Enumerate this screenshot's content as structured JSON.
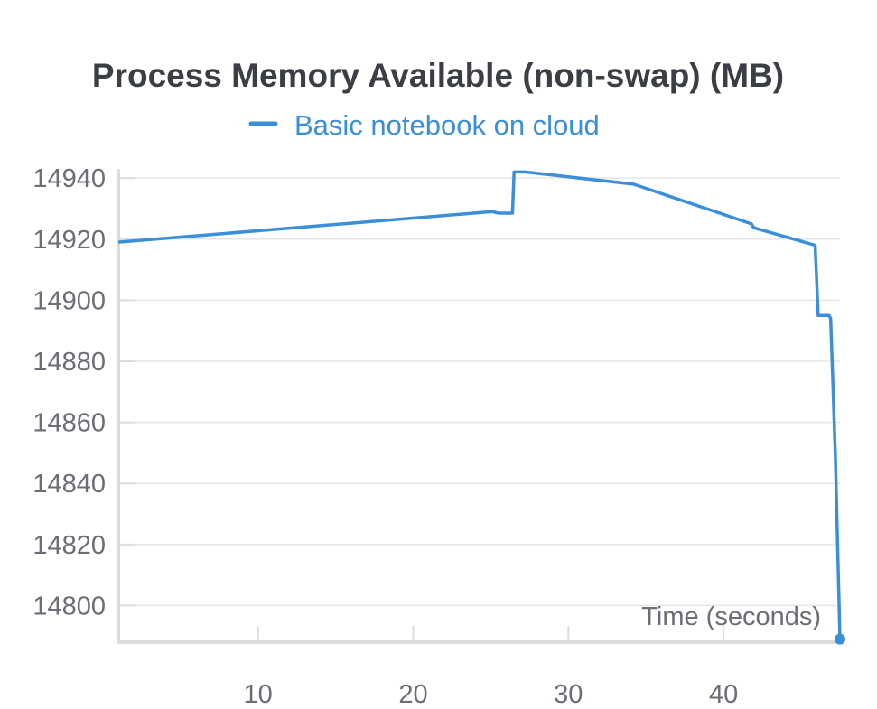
{
  "chart_data": {
    "type": "line",
    "title": "Process Memory Available (non-swap) (MB)",
    "xlabel": "Time (seconds)",
    "ylabel": "",
    "xlim": [
      1,
      47.5
    ],
    "ylim": [
      14788,
      14943
    ],
    "x_ticks": [
      10,
      20,
      30,
      40
    ],
    "y_ticks": [
      14800,
      14820,
      14840,
      14860,
      14880,
      14900,
      14920,
      14940
    ],
    "legend_position": "top-center",
    "grid": true,
    "colors": {
      "series": "#3b8ed8",
      "title": "#3b3f45",
      "tick": "#6b6e76"
    },
    "series": [
      {
        "name": "Basic notebook on cloud",
        "x": [
          1.0,
          25.1,
          25.5,
          26.4,
          26.5,
          27.2,
          34.2,
          41.8,
          41.9,
          42.1,
          45.9,
          46.1,
          46.2,
          46.8,
          46.9,
          47.2,
          47.5
        ],
        "y": [
          14919,
          14929,
          14928.5,
          14928.5,
          14942,
          14942,
          14938,
          14925,
          14924,
          14923.5,
          14918,
          14895,
          14895,
          14895,
          14894,
          14850,
          14789
        ]
      }
    ]
  }
}
